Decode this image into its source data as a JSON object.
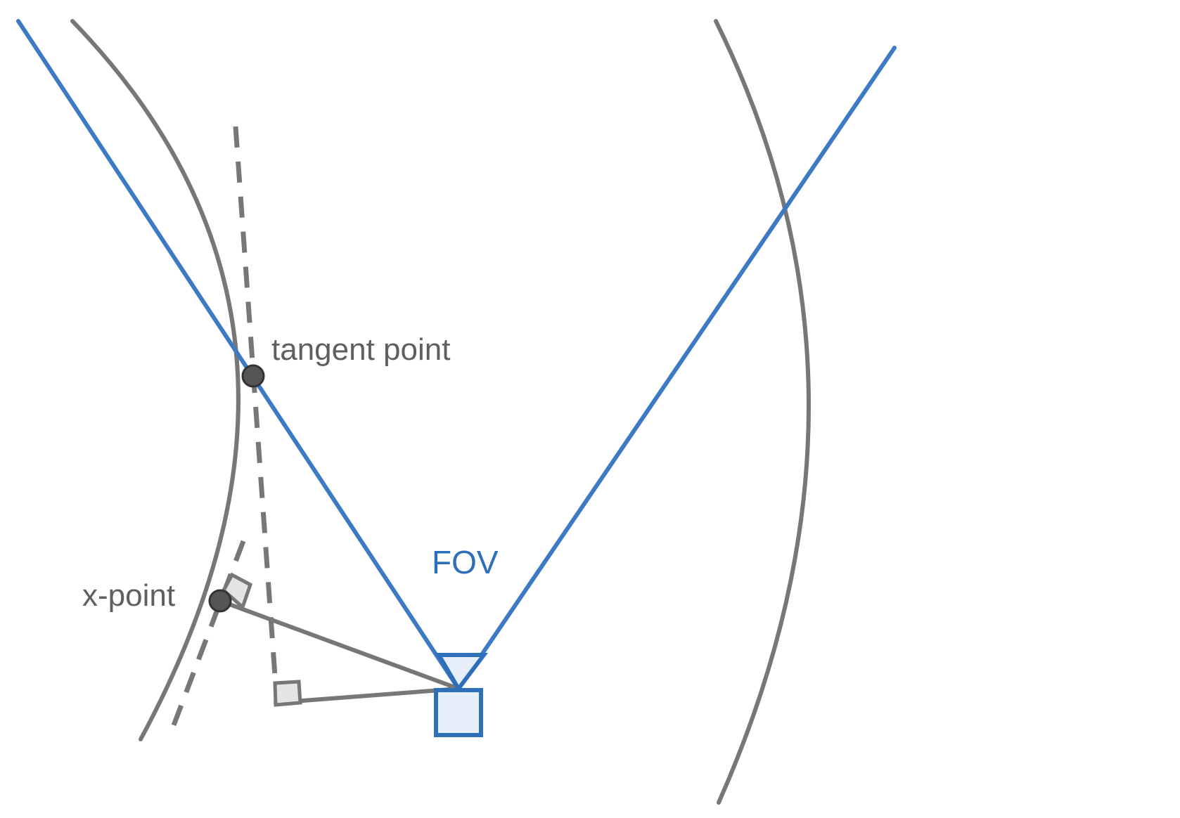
{
  "labels": {
    "tangent_point": "tangent point",
    "x_point": "x-point",
    "fov": "FOV"
  },
  "colors": {
    "ray_blue": "#3c7bc4",
    "label_blue": "#2e6fba",
    "line_gray": "#777777",
    "point_fill": "#555555",
    "camera_fill": "#e6eef9"
  }
}
